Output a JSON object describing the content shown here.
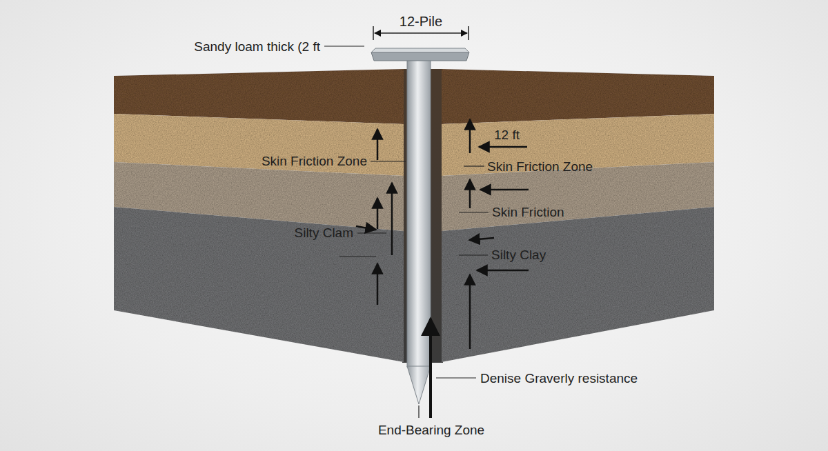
{
  "diagram": {
    "labels": [
      "12-Pile",
      "Sandy loam thick (2 ft",
      "12 ft",
      "Skin Friction Zone",
      "Skin Friction Zone",
      "Skin Friction",
      "Silty Clam",
      "Silty Clay",
      "Denise Graverly resistance",
      "End-Bearing Zone"
    ]
  }
}
